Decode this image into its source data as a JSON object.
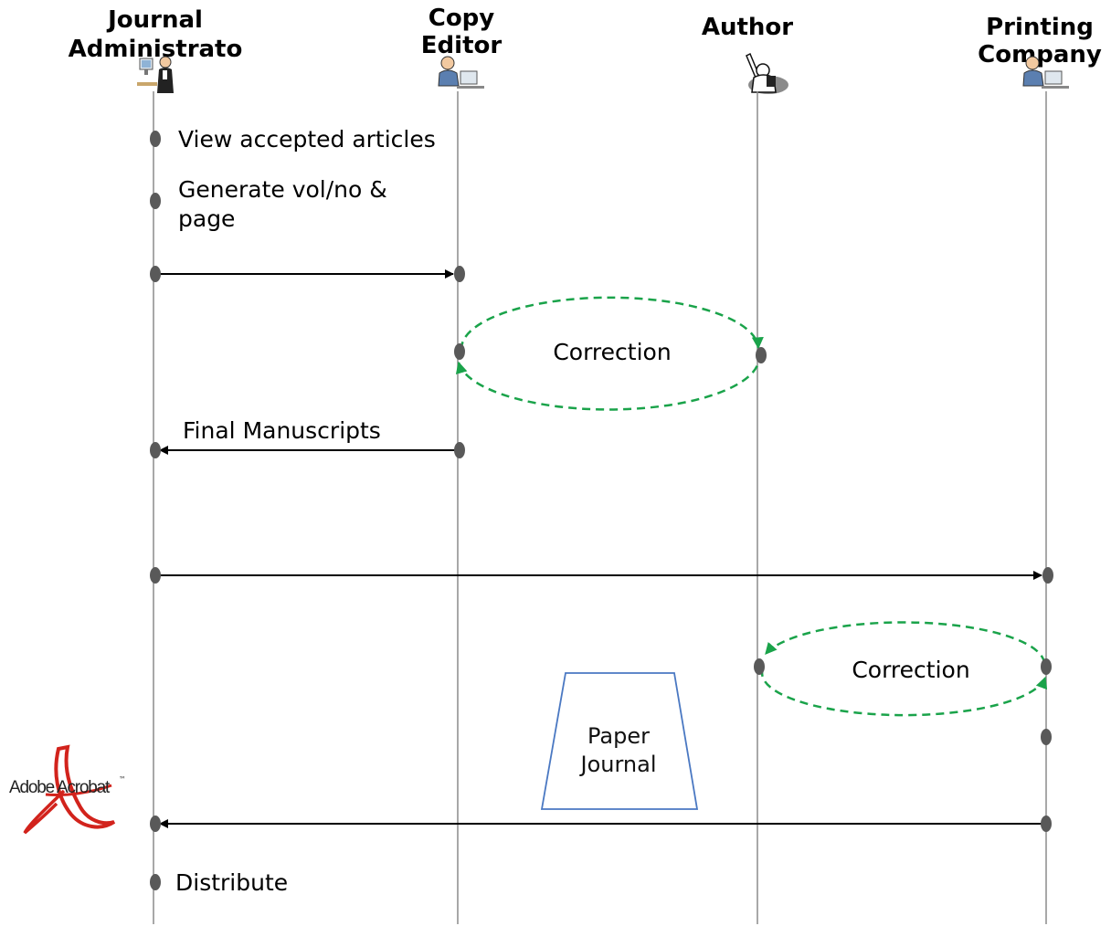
{
  "actors": [
    {
      "lines": [
        "Journal",
        "Administrato"
      ],
      "icon": "person-at-computer-icon"
    },
    {
      "lines": [
        "Copy",
        "Editor"
      ],
      "icon": "person-at-computer-icon"
    },
    {
      "lines": [
        "Author"
      ],
      "icon": "person-writing-icon"
    },
    {
      "lines": [
        "Printing",
        "Company"
      ],
      "icon": "person-at-computer-icon"
    }
  ],
  "notes": {
    "view_accepted": "View accepted articles",
    "generate_line1": "Generate vol/no &",
    "generate_line2": "page",
    "final_manuscripts": "Final Manuscripts",
    "distribute": "Distribute"
  },
  "corrections": [
    "Correction",
    "Correction"
  ],
  "paper_journal": {
    "line1": "Paper",
    "line2": "Journal"
  },
  "logo": {
    "text": "Adobe Acrobat",
    "icon": "adobe-acrobat-logo"
  },
  "colors": {
    "lifeline": "#8c8c8c",
    "dot": "#595959",
    "arrow": "#000000",
    "correction": "#1aa34a",
    "trapezoid": "#4a78c2",
    "acrobat_red": "#d2231c"
  }
}
